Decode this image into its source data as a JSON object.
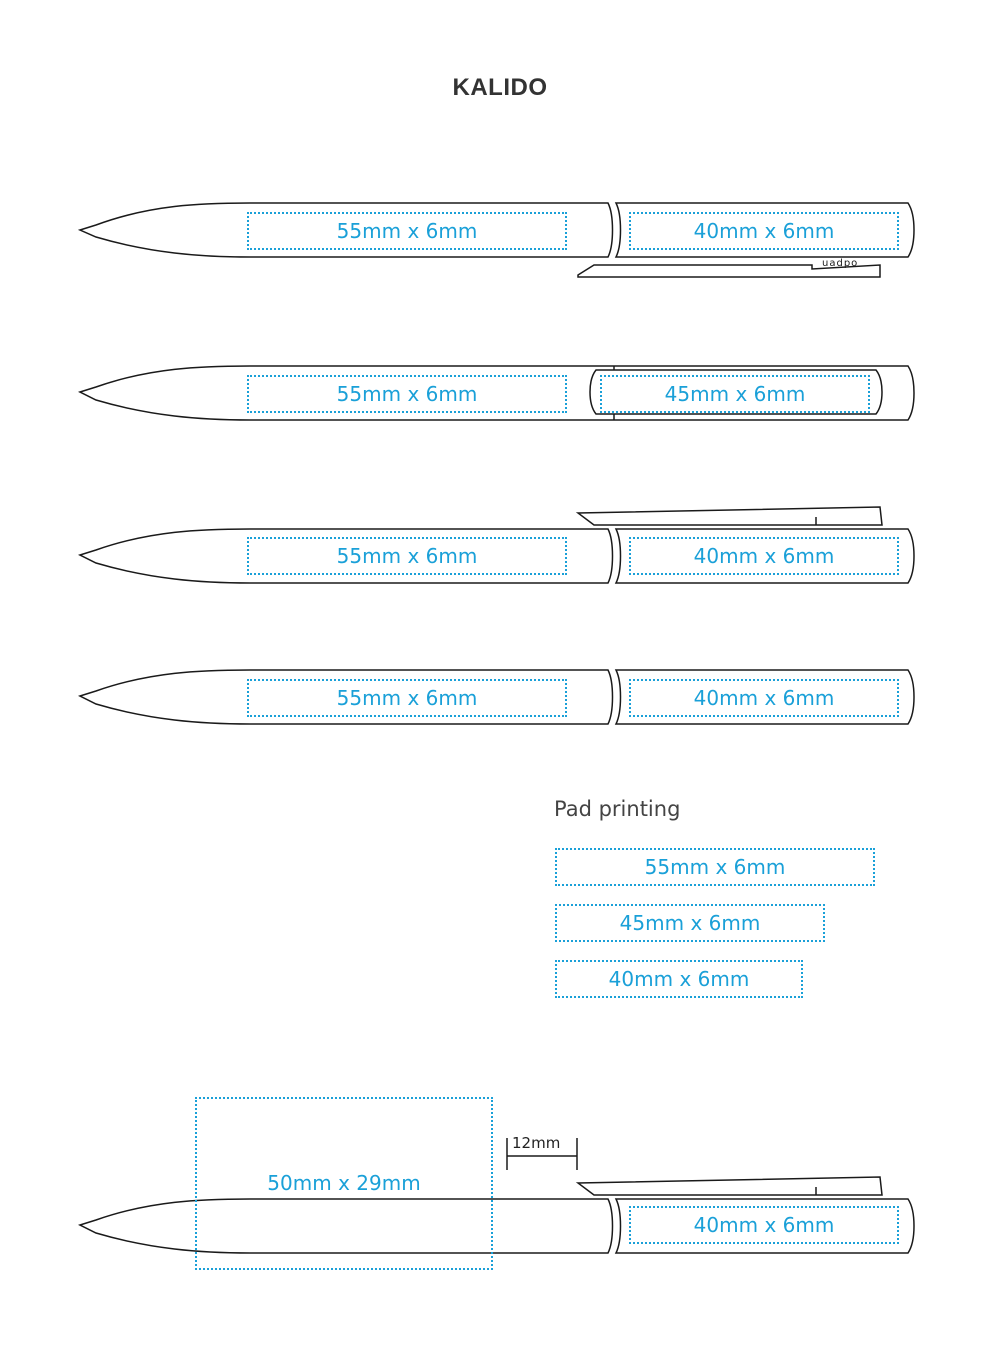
{
  "title": "KALIDO",
  "pens": [
    {
      "barrel_area": "55mm x 6mm",
      "cap_area": "40mm x 6mm",
      "variant": "clip-bottom",
      "clip_logo": "uadpo"
    },
    {
      "barrel_area": "55mm x 6mm",
      "cap_area": "45mm x 6mm",
      "variant": "cap-window"
    },
    {
      "barrel_area": "55mm x 6mm",
      "cap_area": "40mm x 6mm",
      "variant": "clip-top"
    },
    {
      "barrel_area": "55mm x 6mm",
      "cap_area": "40mm x 6mm",
      "variant": "plain"
    }
  ],
  "pad_printing": {
    "heading": "Pad printing",
    "areas": [
      "55mm x 6mm",
      "45mm x 6mm",
      "40mm x 6mm"
    ]
  },
  "bottom_pen": {
    "large_area": "50mm x 29mm",
    "offset_label": "12mm",
    "cap_area": "40mm x 6mm"
  },
  "colors": {
    "print_area": "#1aa0d8",
    "outline": "#1a1a1a",
    "title": "#333333"
  }
}
